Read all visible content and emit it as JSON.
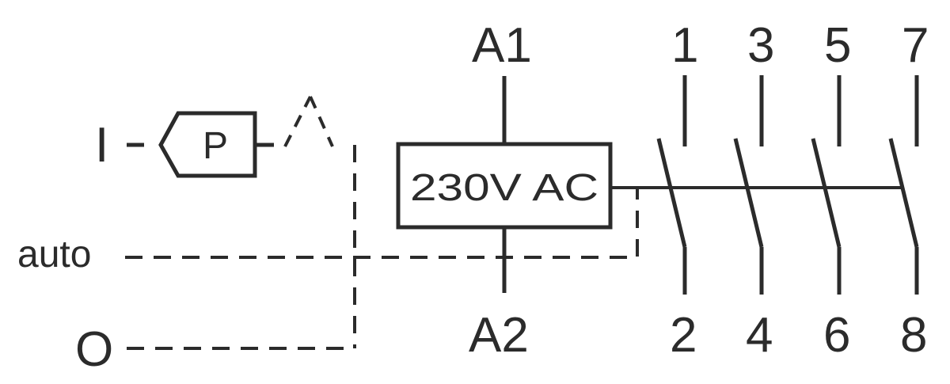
{
  "coil": {
    "label": "230V AC",
    "top_terminal": "A1",
    "bottom_terminal": "A2"
  },
  "contacts": {
    "top_terminals": [
      "1",
      "3",
      "5",
      "7"
    ],
    "bottom_terminals": [
      "2",
      "4",
      "6",
      "8"
    ]
  },
  "selector": {
    "on_label": "I",
    "button_label": "P",
    "auto_label": "auto",
    "off_label": "O"
  },
  "colors": {
    "line": "#2b2b2b",
    "background": "#ffffff"
  }
}
